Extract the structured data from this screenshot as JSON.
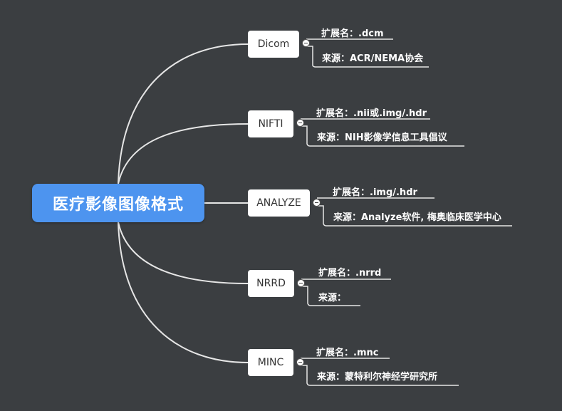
{
  "central": {
    "label": "医疗影像图像格式"
  },
  "branches": [
    {
      "name": "Dicom",
      "ext": "扩展名：.dcm",
      "source": "来源：ACR/NEMA协会"
    },
    {
      "name": "NIFTI",
      "ext": "扩展名：.nii或.img/.hdr",
      "source": "来源：NIH影像学信息工具倡议"
    },
    {
      "name": "ANALYZE",
      "ext": "扩展名：.img/.hdr",
      "source": "来源：Analyze软件, 梅奥临床医学中心"
    },
    {
      "name": "NRRD",
      "ext": "扩展名：.nrrd",
      "source": "来源："
    },
    {
      "name": "MINC",
      "ext": "扩展名：.mnc",
      "source": "来源：蒙特利尔神经学研究所"
    }
  ],
  "colors": {
    "background": "#3b3e41",
    "central": "#4d94ef",
    "line": "#e6e6e6"
  }
}
